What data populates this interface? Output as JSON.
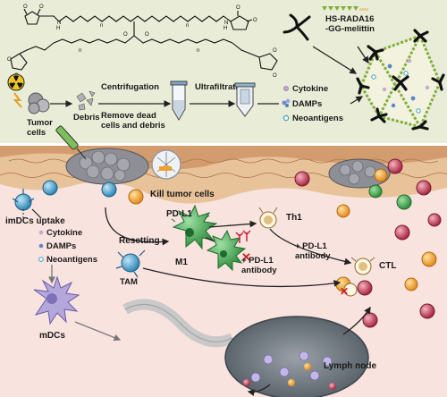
{
  "top_panel": {
    "reagent": "HS-RADA16\n-GG-melittin",
    "steps": {
      "tumor_cells": "Tumor\ncells",
      "debris": "Debris",
      "centrifugation": "Centrifugation",
      "remove": "Remove dead\ncells and debris",
      "ultrafiltration": "Ultrafiltration"
    },
    "legend": [
      "Cytokine",
      "DAMPs",
      "Neoantigens"
    ]
  },
  "bottom_panel": {
    "kill": "Kill tumor cells",
    "uptake_title": "imDCs uptake",
    "uptake_items": [
      "Cytokine",
      "DAMPs",
      "Neoantigens"
    ],
    "resetting": "Resetting",
    "tam": "TAM",
    "pdl1": "PD-L1",
    "m1": "M1",
    "pdl1_ab_1": "+ PD-L1\nantibody",
    "th1": "Th1",
    "pdl1_ab_2": "+ PD-L1\nantibody",
    "ctl": "CTL",
    "mdcs": "mDCs",
    "lymph_node": "Lymph node"
  },
  "colors": {
    "top_bg": "#e9ecd6",
    "bottom_bg": "#f8e3df",
    "macrophage": "#4fae5a",
    "orange_cell": "#f0a02a",
    "red_cell": "#b8324a",
    "dc_purple": "#8a84c4",
    "tam_blue": "#3c9fcf",
    "skin": "#e9c7a2"
  }
}
